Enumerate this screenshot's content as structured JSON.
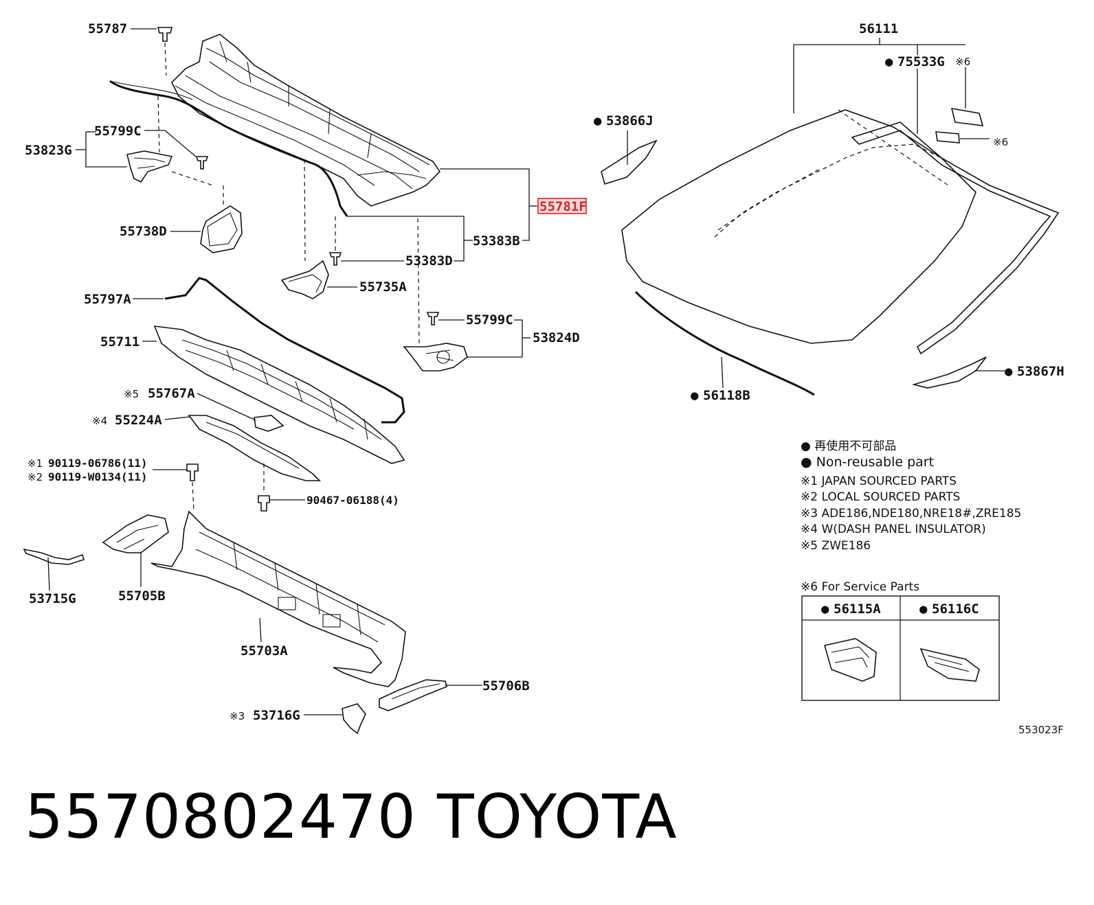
{
  "callouts": {
    "c55787": "55787",
    "c55799C_top": "55799C",
    "c53823G": "53823G",
    "c55738D": "55738D",
    "c53383D": "53383D",
    "c53383B": "53383B",
    "c55735A": "55735A",
    "c55781": "55781F",
    "c55797A": "55797A",
    "c55799C_mid": "55799C",
    "c53824D": "53824D",
    "c55711": "55711",
    "c55767A": "55767A",
    "c55224A": "55224A",
    "c90119a": "90119-06786(11)",
    "c90119b": "90119-W0134(11)",
    "c90467": "90467-06188(4)",
    "c53715G": "53715G",
    "c55705B": "55705B",
    "c55703A": "55703A",
    "c55706B": "55706B",
    "c53716G": "53716G",
    "c56111": "56111",
    "c75533G": "75533G",
    "c53866J": "53866J",
    "c56118B": "56118B",
    "c53867H": "53867H",
    "c56115A": "56115A",
    "c56116C": "56116C"
  },
  "marks": {
    "m5": "※5",
    "m4": "※4",
    "m1": "※1",
    "m2": "※2",
    "m3": "※3",
    "m6_a": "※6",
    "m6_b": "※6",
    "bullet": "●"
  },
  "legend": {
    "line_jp": "● 再使用不可部品",
    "line_en": "● Non-reusable part",
    "note1": "※1 JAPAN SOURCED PARTS",
    "note2": "※2 LOCAL SOURCED PARTS",
    "note3": "※3 ADE186,NDE180,NRE18#,ZRE185",
    "note4": "※4 W(DASH PANEL INSULATOR)",
    "note5": "※5 ZWE186",
    "note6": "※6 For Service Parts"
  },
  "diagram_ref": "553023F",
  "footer": {
    "part_number": "5570802470",
    "brand": "TOYOTA"
  }
}
